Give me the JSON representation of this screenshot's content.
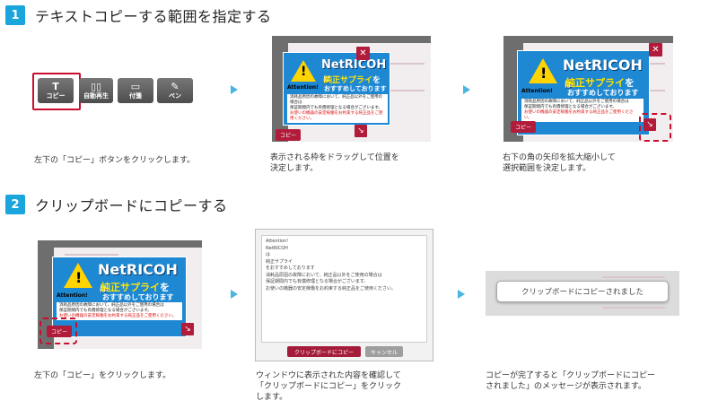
{
  "step1": {
    "num": "1",
    "title": "テキストコピーする範囲を指定する",
    "toolbar": [
      {
        "icon": "T",
        "label": "コピー"
      },
      {
        "icon": "▯▯",
        "label": "自動再生"
      },
      {
        "icon": "▭",
        "label": "付箋"
      },
      {
        "icon": "✎",
        "label": "ペン"
      }
    ],
    "captions": [
      "左下の「コピー」ボタンをクリックします。",
      "表示される枠をドラッグして位置を\n決定します。",
      "右下の角の矢印を拡大縮小して\n選択範囲を決定します。"
    ]
  },
  "step2": {
    "num": "2",
    "title": "クリップボードにコピーする",
    "captions": [
      "左下の「コピー」をクリックします。",
      "ウィンドウに表示された内容を確認して\n「クリップボードにコピー」をクリック\nします。",
      "コピーが完了すると「クリップボードにコピー\nされました」のメッセージが表示されます。"
    ],
    "dialog_text": "Attention!\nNetRICOH\nは\n純正サプライ\nをおすすめしております\n消耗品原因の故障において、純正品以外をご使用の場合は\n保証期間内でも有償修理となる場合がございます。\nお使いの機器の安定稼働をお約束する純正品をご使用ください。",
    "dialog_copy_button": "クリップボードにコピー",
    "dialog_cancel_button": "キャンセル",
    "done_message": "クリップボードにコピーされました"
  },
  "ad": {
    "brand": "NetRICOH",
    "brand_suffix": "は",
    "line1": "純正サプライ",
    "line1_suffix": "を",
    "line2": "おすすめしております",
    "attention": "Attention!",
    "note1": "消耗品原因の故障において、純正品以外をご使用の場合は",
    "note2": "保証期間内でも有償修理となる場合がございます。",
    "note3": "お使いの機器の安定稼働をお約束する純正品をご使用ください。",
    "copy_label": "コピー",
    "close": "✕",
    "resize": "↘"
  },
  "colors": {
    "step_badge": "#1aa6dc",
    "accent_red": "#c8102e",
    "ad_blue": "#1e88d3",
    "button_crimson": "#a41c3a"
  }
}
